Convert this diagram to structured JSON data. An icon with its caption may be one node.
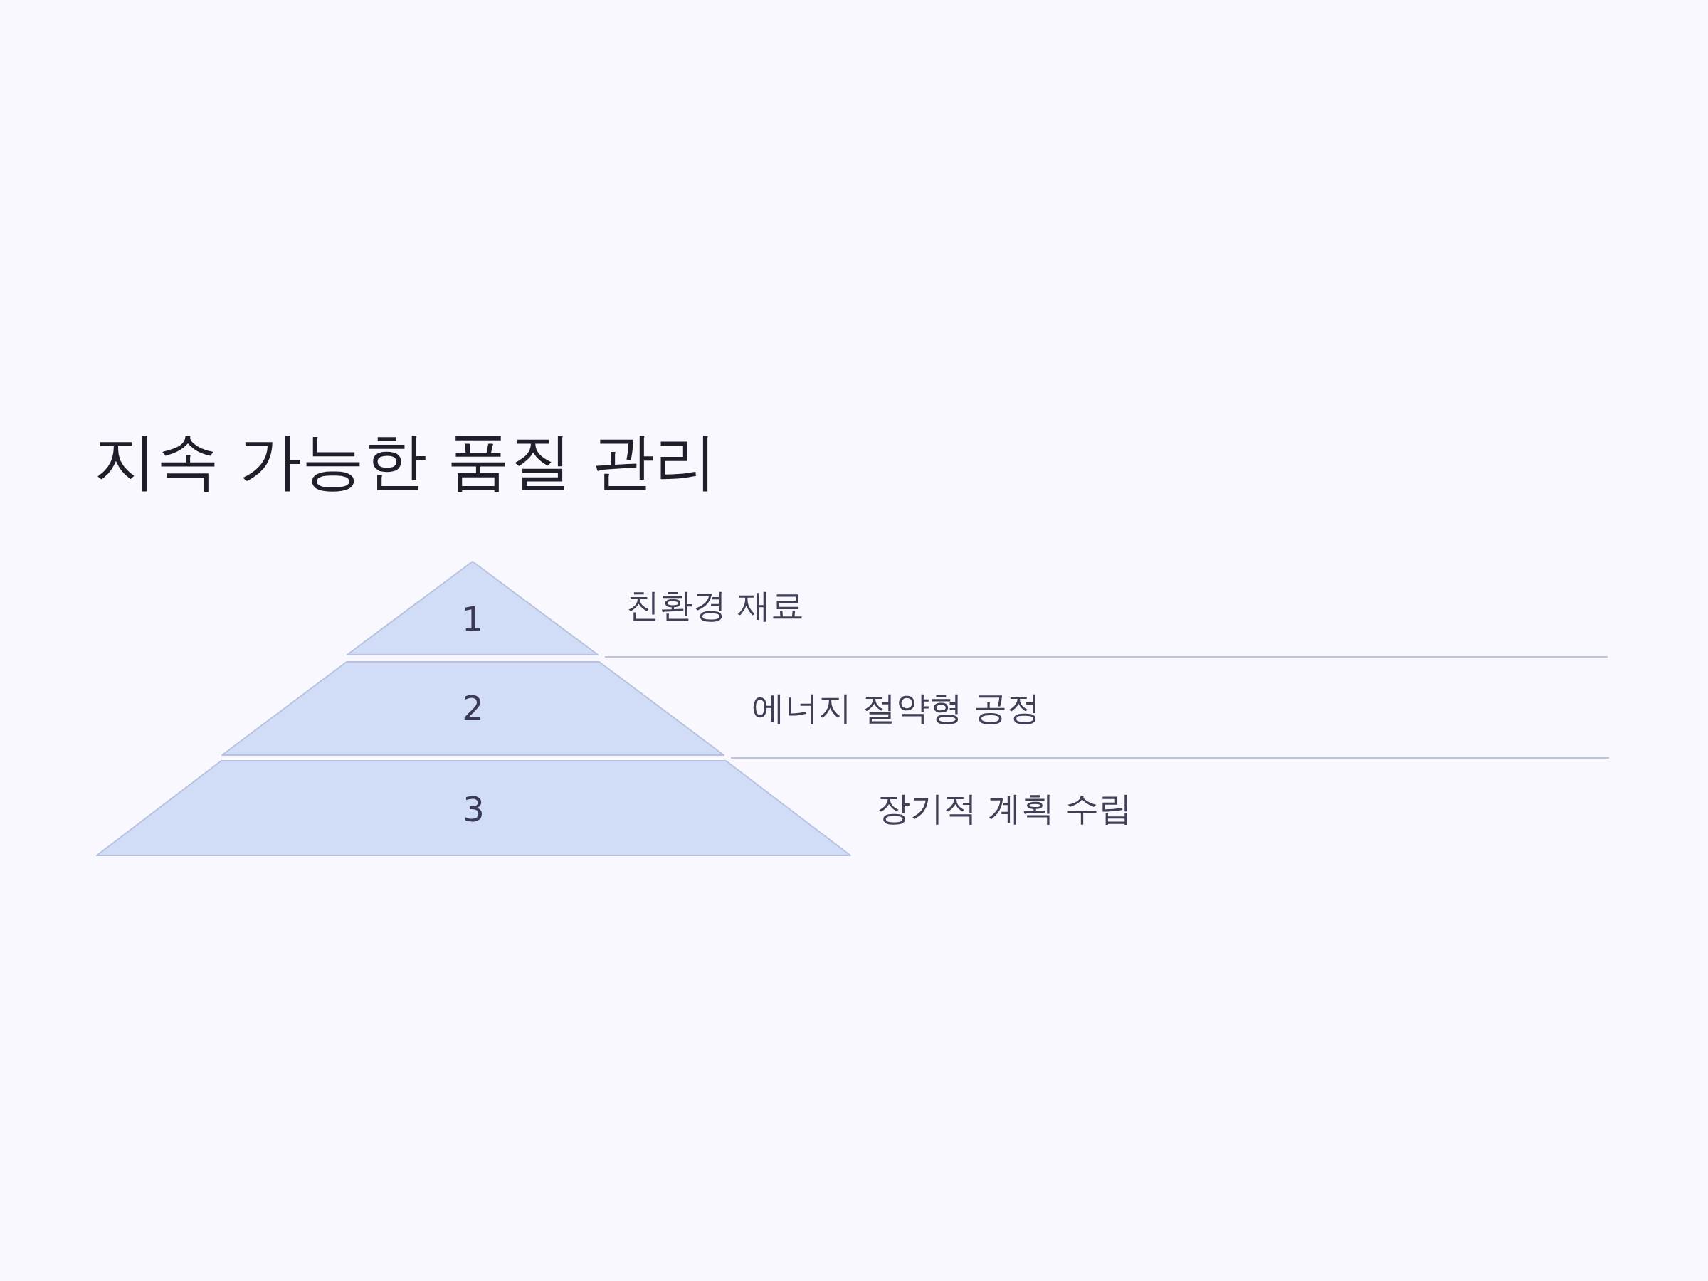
{
  "diagram": {
    "title": "지속 가능한 품질 관리",
    "nodes": [
      {
        "text": [
          "1"
        ],
        "beside": [
          "친환경 재료"
        ]
      },
      {
        "text": [
          "2"
        ],
        "beside": [
          "에너지 절약형 공정"
        ]
      },
      {
        "text": [
          "3"
        ],
        "beside": [
          "장기적 계획 수립"
        ]
      }
    ]
  }
}
